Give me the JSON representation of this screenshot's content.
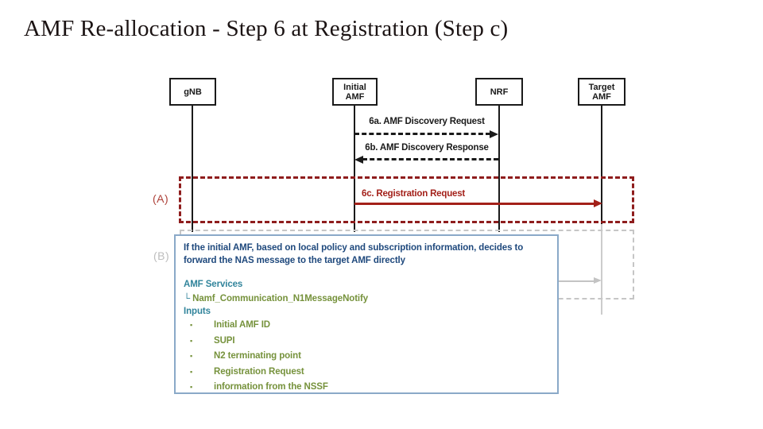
{
  "slide": {
    "title": "AMF Re-allocation - Step 6 at Registration (Step c)"
  },
  "lifelines": [
    {
      "label": "gNB"
    },
    {
      "label": "Initial AMF"
    },
    {
      "label": "NRF"
    },
    {
      "label": "Target AMF"
    }
  ],
  "messages": {
    "m6a": {
      "label": "6a. AMF Discovery Request",
      "from": "Initial AMF",
      "to": "NRF",
      "style": "dashed-black"
    },
    "m6b": {
      "label": "6b. AMF Discovery Response",
      "from": "NRF",
      "to": "Initial AMF",
      "style": "dashed-black"
    },
    "m6c": {
      "label": "6c. Registration Request",
      "from": "Initial AMF",
      "to": "Target AMF",
      "style": "solid-dark-red"
    }
  },
  "regions": {
    "a": {
      "label": "(A)"
    },
    "b": {
      "label": "(B)"
    }
  },
  "note": {
    "intro": "If the initial AMF, based on local policy and subscription information, decides to forward the NAS message to the target AMF directly",
    "services_heading": "AMF Services",
    "service_prefix": "└ ",
    "service_name": "Namf_Communication_N1MessageNotify",
    "inputs_heading": "Inputs",
    "bullet_glyph": "▪",
    "bullets": [
      "Initial AMF ID",
      "SUPI",
      "N2 terminating point",
      "Registration Request",
      "information from the NSSF"
    ]
  },
  "colors": {
    "title_text": "#1b1313",
    "diagram_black": "#1a1a1a",
    "dark_red": "#a32019",
    "dark_red_border": "#8f1d1d",
    "region_a_label": "#ad4038",
    "gray_dashed": "#c6c6c6",
    "region_b_label": "#bdbdbd",
    "note_border": "#8aa9c8",
    "note_blue_text": "#1f497d",
    "note_teal_text": "#31849b",
    "note_olive_text": "#76923c"
  }
}
